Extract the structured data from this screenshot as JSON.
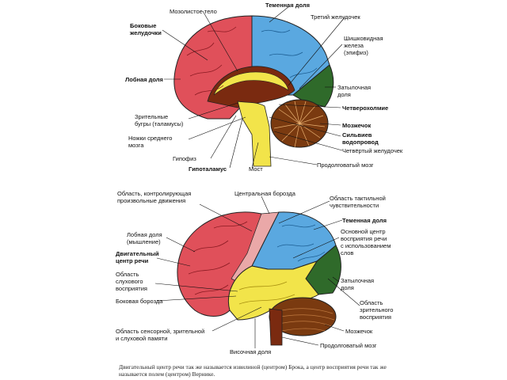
{
  "top_diagram": {
    "labels": {
      "corpus_callosum": "Мозолистое тело",
      "parietal_lobe": "Теменная доля",
      "third_ventricle": "Третий желудочек",
      "lateral_ventricles": "Боковые\nжелудочки",
      "pineal_gland": "Шишковидная\nжелеза\n(эпифиз)",
      "frontal_lobe": "Лобная доля",
      "occipital_lobe": "Затылочная\nдоля",
      "quadrigemina": "Четверохолмие",
      "thalamus": "Зрительные\nбугры (таламусы)",
      "cerebellum": "Мозжечок",
      "midbrain_peduncles": "Ножки среднего\nмозга",
      "aqueduct": "Сильвиев\nводопровод",
      "fourth_ventricle": "Четвёртый желудочек",
      "pituitary": "Гипофиз",
      "hypothalamus": "Гипоталамус",
      "pons": "Мост",
      "medulla": "Продолговатый мозг"
    }
  },
  "bottom_diagram": {
    "labels": {
      "motor_area": "Область, контролирующая\nпроизвольные движения",
      "central_sulcus": "Центральная борозда",
      "tactile_area": "Область тактильной\nчувствительности",
      "parietal_lobe": "Теменная доля",
      "frontal_lobe": "Лобная доля\n(мышление)",
      "speech_perception": "Основной центр\nвосприятия речи\nс использованием\nслов",
      "motor_speech": "Двигательный\nцентр речи",
      "auditory_area": "Область\nслухового\nвосприятия",
      "occipital_lobe": "Затылочная\nдоля",
      "lateral_sulcus": "Боковая борозда",
      "visual_area": "Область\nзрительного\nвосприятия",
      "sensory_memory": "Область сенсорной, зрительной\nи слуховой памяти",
      "cerebellum": "Мозжечок",
      "medulla": "Продолговатый мозг",
      "temporal_lobe": "Височная доля"
    }
  },
  "caption": "Двигательный центр речи так же называется извилиной (центром) Брока, а центр восприятия речи так же называется полем (центром) Вернике.",
  "colors": {
    "frontal": "#e0505a",
    "parietal": "#5aa8e0",
    "occipital": "#2f6a2a",
    "temporal": "#f2e44a",
    "cerebellum": "#7a3a10",
    "brainstem": "#f2e44a",
    "inner": "#7a2a10"
  }
}
